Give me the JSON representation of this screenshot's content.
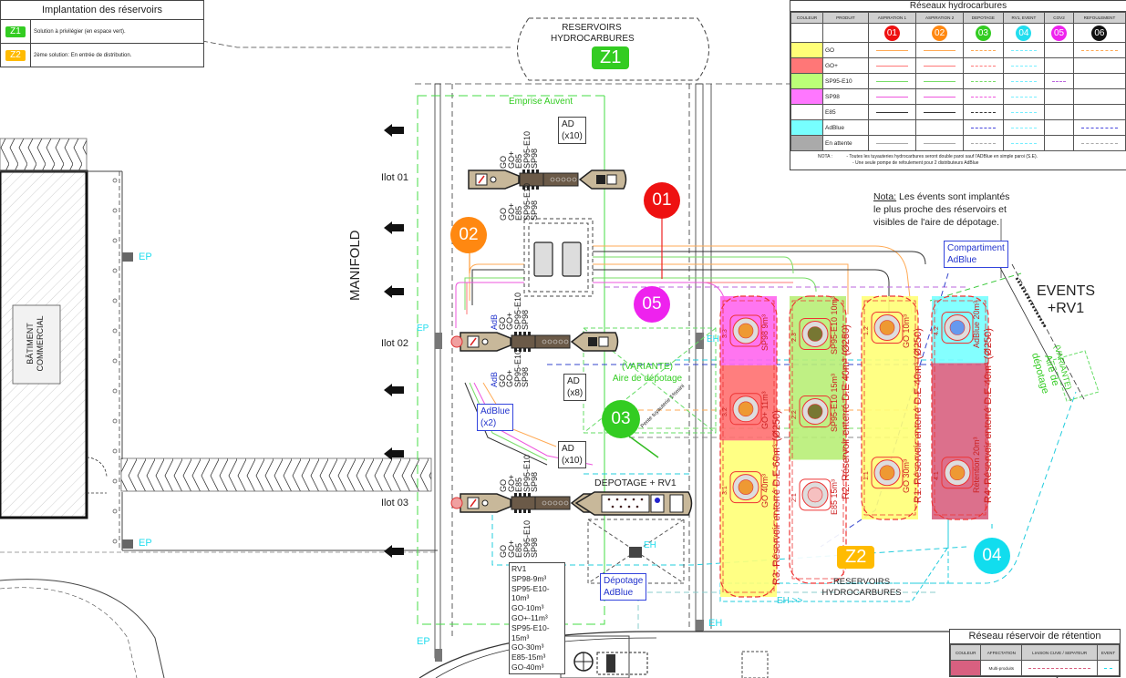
{
  "implantation_legend": {
    "title": "Implantation des réservoirs",
    "rows": [
      {
        "tag": "Z1",
        "color": "#33cc22",
        "text": "Solution à privilégier (en espace vert)."
      },
      {
        "tag": "Z2",
        "color": "#ffbb00",
        "text": "2ème solution: En entrée de distribution."
      }
    ]
  },
  "reseaux_legend": {
    "title": "Réseaux hydrocarbures",
    "headers": [
      "COULEUR",
      "PRODUIT",
      "ASPIRATION 1",
      "ASPIRATION 2",
      "DEPOTAGE",
      "RV1, EVENT",
      "COV2",
      "REFOULEMENT"
    ],
    "numbers": [
      {
        "label": "01",
        "color": "#ee1111"
      },
      {
        "label": "02",
        "color": "#ff8811"
      },
      {
        "label": "03",
        "color": "#33cc22"
      },
      {
        "label": "04",
        "color": "#22ddee"
      },
      {
        "label": "05",
        "color": "#ee22ee"
      },
      {
        "label": "06",
        "color": "#111111"
      }
    ],
    "products": [
      {
        "name": "GO",
        "swatch": "#ffff77",
        "line": "#ffaa55",
        "cols": [
          "solid",
          "solid",
          "dash",
          "cyan",
          "",
          "dashdot"
        ]
      },
      {
        "name": "GO+",
        "swatch": "#ff7777",
        "line": "#ff7777",
        "cols": [
          "solid",
          "solid",
          "dash",
          "cyan",
          "",
          ""
        ]
      },
      {
        "name": "SP95-E10",
        "swatch": "#bbff77",
        "line": "#77dd66",
        "cols": [
          "solid",
          "solid",
          "dash",
          "cyan",
          "purple",
          ""
        ]
      },
      {
        "name": "SP98",
        "swatch": "#ff77ff",
        "line": "#ee55dd",
        "cols": [
          "solid",
          "solid",
          "dash",
          "cyan",
          "",
          ""
        ]
      },
      {
        "name": "E85",
        "swatch": "#ffffff",
        "line": "#333333",
        "cols": [
          "solid",
          "solid",
          "dash",
          "cyan",
          "",
          ""
        ]
      },
      {
        "name": "AdBlue",
        "swatch": "#77ffff",
        "line": "#4444dd",
        "cols": [
          "",
          "",
          "dash",
          "cyan",
          "",
          "dashdot"
        ]
      },
      {
        "name": "En attente",
        "swatch": "#aaaaaa",
        "line": "#aaaaaa",
        "cols": [
          "solid",
          "solid",
          "dash",
          "cyan",
          "",
          "dashdot"
        ]
      }
    ],
    "nota_label": "NOTA :",
    "nota_lines": [
      "- Toutes les tuyauteries hydrocarbures seront double paroi sauf l'ADBlue en simple paroi (S.E).",
      "- Une seule pompe de refoulement pour 2 distributeurs AdBlue"
    ]
  },
  "retention_legend": {
    "title": "Réseau réservoir de rétention",
    "headers": [
      "COULEUR",
      "AFFECTATION",
      "LIAISON CUVE / SEPATEUR",
      "EVENT"
    ],
    "row": {
      "swatch": "#d86080",
      "affectation": "Multi-produits"
    }
  },
  "zone_z1": {
    "title_line1": "RESERVOIRS",
    "title_line2": "HYDROCARBURES",
    "tag": "Z1"
  },
  "zone_z2": {
    "title_line1": "RESERVOIRS",
    "title_line2": "HYDROCARBURES",
    "tag": "Z2"
  },
  "building": {
    "line1": "BÂTIMENT",
    "line2": "COMMERCIAL"
  },
  "manifold": "MANIFOLD",
  "ilots": [
    "Ilot 01",
    "Ilot 02",
    "Ilot 03"
  ],
  "emprise_auvent": "Emprise Auvent",
  "ep_label": "EP",
  "eh_label": "EH",
  "eh_arrow": "EH >>",
  "ad_boxes": [
    {
      "line1": "AD",
      "line2": "(x10)"
    },
    {
      "line1": "AD",
      "line2": "(x8)"
    },
    {
      "line1": "AD",
      "line2": "(x10)"
    }
  ],
  "adblue_box": {
    "line1": "AdBlue",
    "line2": "(x2)"
  },
  "depotage_adblue_box": {
    "line1": "Dépotage",
    "line2": "AdBlue"
  },
  "compartiment_box": {
    "line1": "Compartiment",
    "line2": "AdBlue"
  },
  "pump_products_top": [
    "GO",
    "GO+",
    "E85",
    "SP95-E10",
    "SP98"
  ],
  "pump_products_ilot2_top": [
    "AdB",
    "GO",
    "GO+",
    "SP95-E10",
    "SP98"
  ],
  "variante_depotage": {
    "line1": "(VARIANTE)",
    "line2": "Aire de dépotage"
  },
  "variante_right": {
    "line1": "(VARIANTE)",
    "line2": "Aire de",
    "line3": "dépotage"
  },
  "pente": "Pente tuyauterie 1%mini",
  "depotage_rv1": "DEPOTAGE + RV1",
  "events": {
    "line1": "EVENTS",
    "line2": "+RV1"
  },
  "nota_events": {
    "prefix": "Nota:",
    "line1": " Les évents sont implantés",
    "line2": "le plus proche des réservoirs et",
    "line3": "visibles de l'aire de dépotage."
  },
  "rv1_list": [
    "RV1",
    "SP98-9m³",
    "SP95-E10-10m³",
    "GO-10m³",
    "GO+-11m³",
    "SP95-E10-15m³",
    "GO-30m³",
    "E85-15m³",
    "GO-40m³"
  ],
  "network_bubbles": [
    {
      "label": "01",
      "color": "#ee1111"
    },
    {
      "label": "02",
      "color": "#ff8811"
    },
    {
      "label": "03",
      "color": "#33cc22"
    },
    {
      "label": "04",
      "color": "#11ddee"
    },
    {
      "label": "05",
      "color": "#ee22ee"
    }
  ],
  "tanks": [
    {
      "name": "R3: Réservoir enterré D.E 60m³ (Ø250)",
      "compartments": [
        {
          "id": "3.3",
          "label": "SP98 9m³",
          "color": "#ff66ee"
        },
        {
          "id": "3.2",
          "label": "GO+ 11m³",
          "color": "#ff7070"
        },
        {
          "id": "3.1",
          "label": "GO 40m³",
          "color": "#ffff77"
        }
      ]
    },
    {
      "name": "R2: Réservoir enterré D.E 40m³ (Ø250)",
      "compartments": [
        {
          "id": "2.3",
          "label": "SP95-E10 10m³",
          "color": "#b8ee77"
        },
        {
          "id": "2.2",
          "label": "SP95-E10 15m³",
          "color": "#b8ee77"
        },
        {
          "id": "2.1",
          "label": "E85 15m³",
          "color": "#ffffff"
        }
      ]
    },
    {
      "name": "R1: Réservoir enterré D.E 40m³ (Ø250)",
      "compartments": [
        {
          "id": "1.2",
          "label": "GO 10m³",
          "color": "#ffff77"
        },
        {
          "id": "1.1",
          "label": "GO 30m³",
          "color": "#ffff77"
        }
      ]
    },
    {
      "name": "R4: Réservoir enterré D.E 40m³ (Ø250)",
      "compartments": [
        {
          "id": "4.2",
          "label": "AdBlue 20m³",
          "color": "#77ffff"
        },
        {
          "id": "4.1",
          "label": "Rétention 20m³",
          "color": "#d86080"
        }
      ]
    }
  ]
}
